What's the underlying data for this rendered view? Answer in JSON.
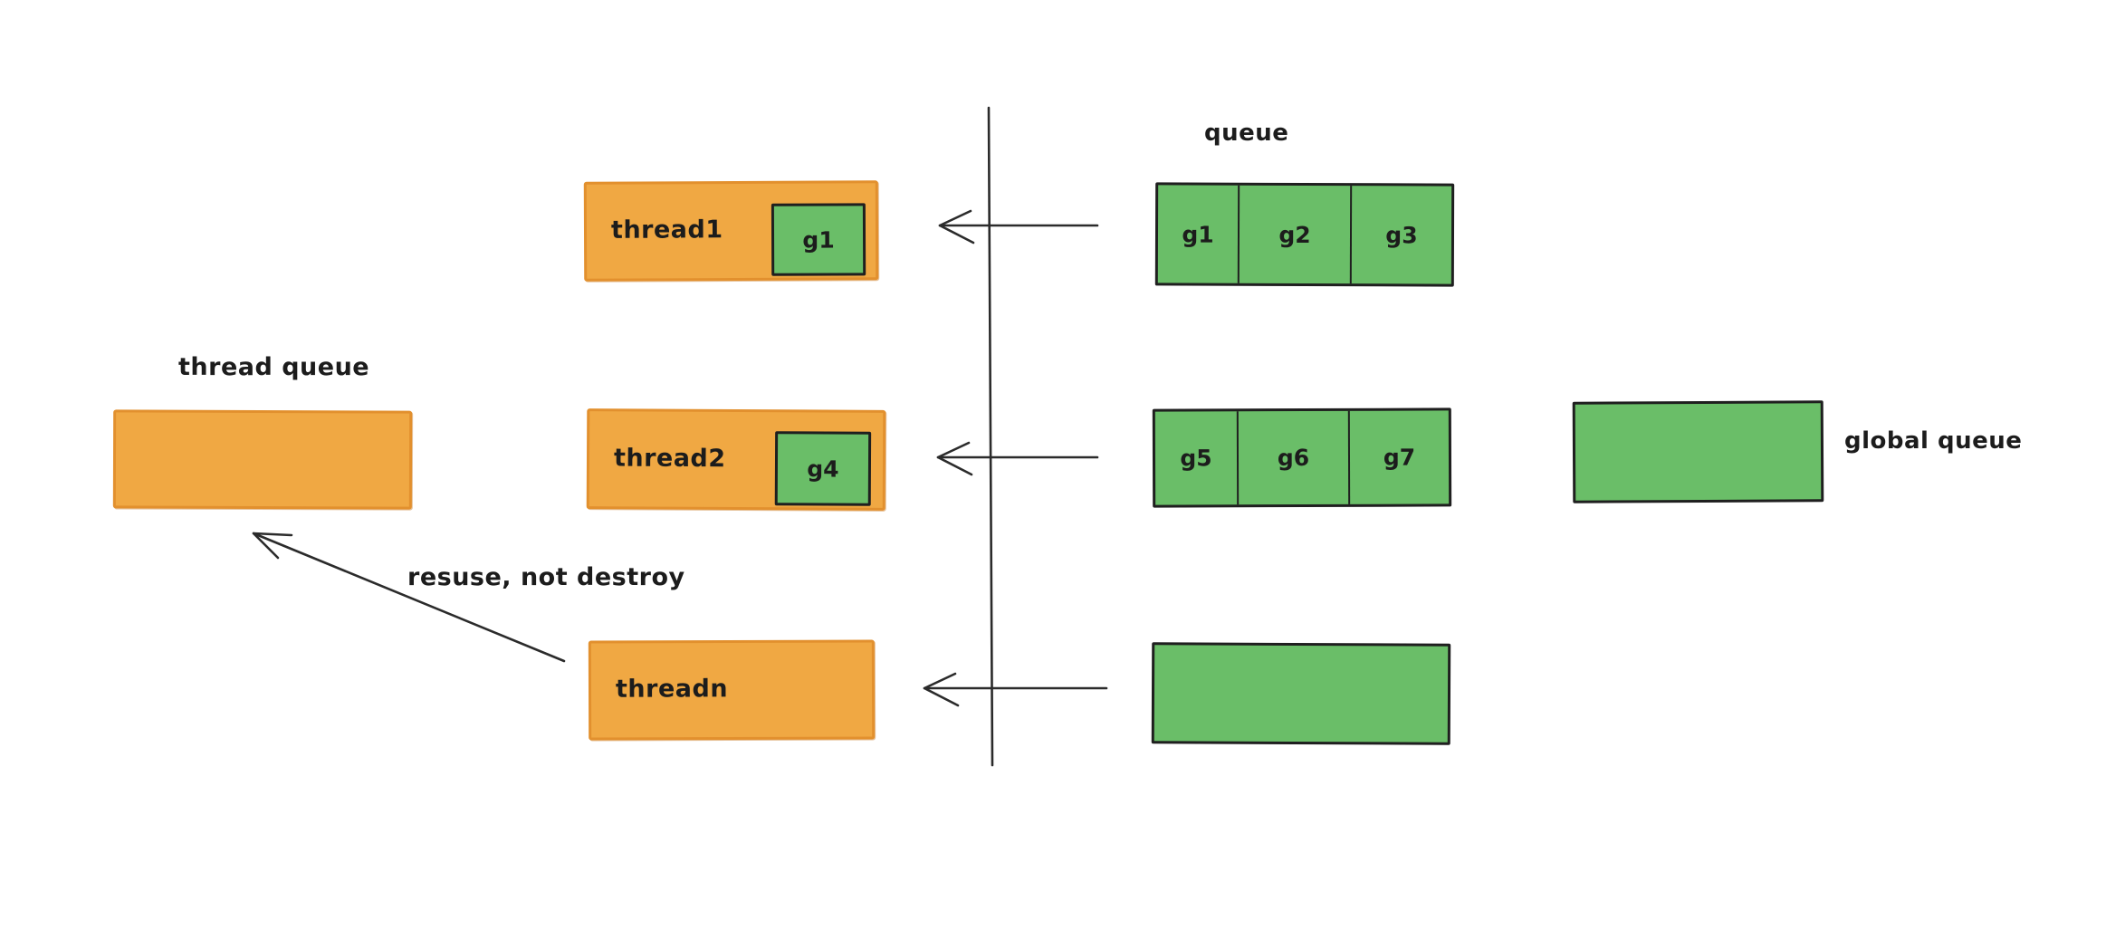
{
  "colors": {
    "orange_fill": "#f0a843",
    "orange_stroke": "#e2902e",
    "green_fill": "#6abe68",
    "dark_stroke": "#1f1f1f"
  },
  "labels": {
    "queue": "queue",
    "thread_queue": "thread queue",
    "global_queue": "global queue",
    "reuse_note": "resuse, not destroy"
  },
  "threads": [
    {
      "label": "thread1",
      "goroutine": "g1"
    },
    {
      "label": "thread2",
      "goroutine": "g4"
    },
    {
      "label": "threadn",
      "goroutine": ""
    }
  ],
  "run_queues": [
    {
      "cells": [
        "g1",
        "g2",
        "g3"
      ]
    },
    {
      "cells": [
        "g5",
        "g6",
        "g7"
      ]
    },
    {
      "cells": []
    }
  ]
}
